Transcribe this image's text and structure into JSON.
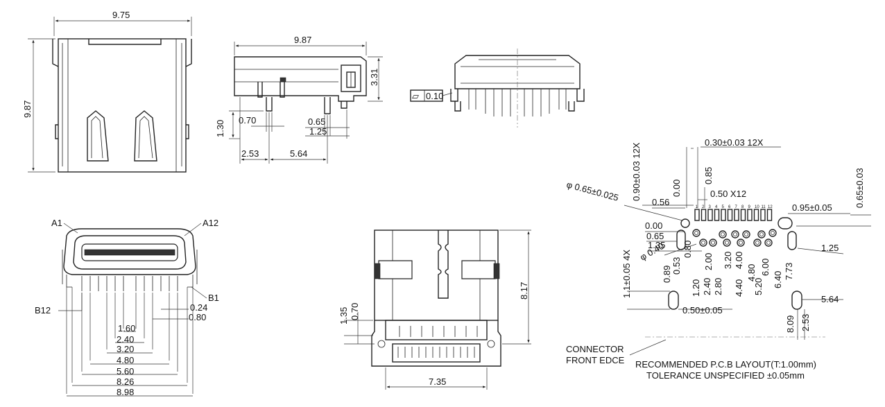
{
  "top_view": {
    "width_label": "9.75",
    "height_label": "9.87"
  },
  "side_view": {
    "length_label": "9.87",
    "height_label": "3.31",
    "pin_len_label": "1.30",
    "dim_070": "0.70",
    "dim_065": "0.65",
    "dim_125": "1.25",
    "dim_253": "2.53",
    "dim_564": "5.64"
  },
  "front_view": {
    "flatness_symbol": "▱",
    "flatness_value": "0.10"
  },
  "pin_view": {
    "a1": "A1",
    "a12": "A12",
    "b1": "B1",
    "b12": "B12",
    "d024": "0.24",
    "d080": "0.80",
    "d160": "1.60",
    "d240": "2.40",
    "d320": "3.20",
    "d480": "4.80",
    "d560": "5.60",
    "d826": "8.26",
    "d898": "8.98"
  },
  "bottom_view": {
    "d135": "1.35",
    "d070": "0.70",
    "d817": "8.17",
    "d735": "7.35"
  },
  "pcb_layout": {
    "pad_width": "0.30±0.03  12X",
    "pad_len": "0.90±0.03  12X",
    "d000_top": "0.00",
    "d085": "0.85",
    "pitch": "0.50 X12",
    "hole_dia": "φ 0.65±0.025",
    "d056": "0.56",
    "d065_right": "0.65±0.03",
    "d095": "0.95±0.05",
    "d000_left": "0.00",
    "d065": "0.65",
    "d135": "1.35",
    "via_dia": "φ 0.40",
    "d125": "1.25",
    "slot_w": "1.1±0.05 4X",
    "d089": "0.89",
    "d053": "0.53",
    "d080": "0.80",
    "d120": "1.20",
    "d200": "2.00",
    "d240": "2.40",
    "d280": "2.80",
    "d320": "3.20",
    "d400": "4.00",
    "d440": "4.40",
    "d480": "4.80",
    "d520": "5.20",
    "d600": "6.00",
    "d640": "6.40",
    "d773": "7.73",
    "slot_len": "0.50±0.05",
    "d564": "5.64",
    "d809": "8.09",
    "d253": "2.53",
    "pin_numbers": [
      "1",
      "2",
      "3",
      "4",
      "5",
      "6",
      "7",
      "8",
      "9",
      "10",
      "11",
      "12"
    ],
    "notes": {
      "front_line1": "CONNECTOR",
      "front_line2": "FRONT EDCE",
      "rec1": "RECOMMENDED P.C.B LAYOUT(T:1.00mm)",
      "rec2": "TOLERANCE UNSPECIFIED ±0.05mm"
    }
  }
}
